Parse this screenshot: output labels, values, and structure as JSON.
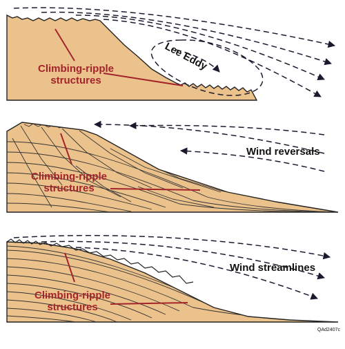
{
  "colors": {
    "sand": "#ecc28c",
    "outline": "#222222",
    "red": "#a3242b",
    "wind": "#1a1a2e"
  },
  "panels": {
    "top": {
      "label_line1": "Climbing-ripple",
      "label_line2": "structures",
      "eddy_label": "Lee Eddy"
    },
    "middle": {
      "label_line1": "Climbing-ripple",
      "label_line2": "structures",
      "wind_label": "Wind reversals"
    },
    "bottom": {
      "label_line1": "Climbing-ripple",
      "label_line2": "structures",
      "wind_label": "Wind streamlines"
    }
  },
  "figure_id": "QAd2407c"
}
